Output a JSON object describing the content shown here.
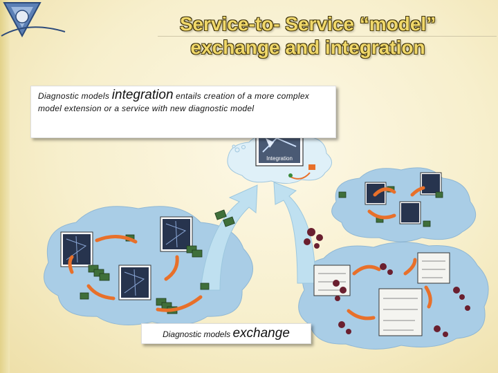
{
  "slide": {
    "title_line1": "Service-to- Service “model”",
    "title_line2": "exchange and integration"
  },
  "integration_box": {
    "text_lead": "Diagnostic models ",
    "text_emphasis": "integration",
    "text_rest": " entails creation of a more complex model extension or a service with new diagnostic model"
  },
  "exchange_box": {
    "text_lead": "Diagnostic models ",
    "text_emphasis": "exchange"
  },
  "integration_service": {
    "label": "Integration"
  },
  "colors": {
    "title_fill": "#f0d86a",
    "cloud": "#a9cde6",
    "arrow_orange": "#e8702a",
    "big_arrow": "#bfe0f0"
  }
}
